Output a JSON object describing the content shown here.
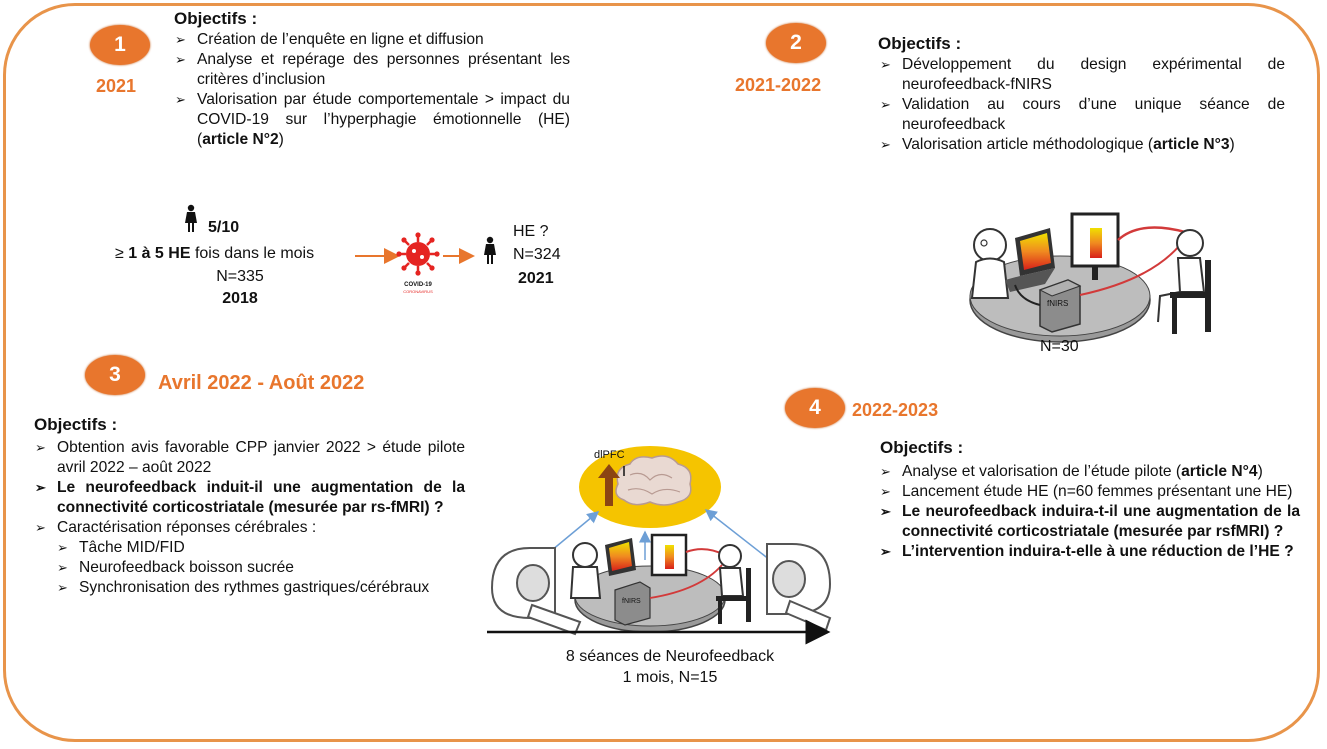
{
  "section1": {
    "badge": "1",
    "year": "2021",
    "title": "Objectifs :",
    "items": [
      "Création de l’enquête en ligne et diffusion",
      "Analyse et repérage des personnes présentant les critères d’inclusion",
      "Valorisation par étude comportementale > impact du COVID-19 sur l’hyperphagie émotionnelle (HE) (",
      "article N°2",
      ")"
    ],
    "figure": {
      "ratio": "5/10",
      "criteria_prefix": "≥ ",
      "criteria_bold": "1 à 5 HE",
      "criteria_suffix": " fois dans le mois",
      "n_before": "N=335",
      "year_before": "2018",
      "virus_label": "COVID-19",
      "virus_sublabel": "CORONAVIRUS",
      "question": "HE ?",
      "n_after": "N=324",
      "year_after": "2021"
    }
  },
  "section2": {
    "badge": "2",
    "year": "2021-2022",
    "title": "Objectifs :",
    "items": [
      "Développement du design expérimental de neurofeedback-fNIRS",
      "Validation au cours d’une unique séance de neurofeedback",
      "Valorisation article méthodologique (",
      "article N°3",
      ")"
    ],
    "device_label": "fNIRS",
    "n": "N=30"
  },
  "section3": {
    "badge": "3",
    "dates": "Avril 2022 - Août 2022",
    "title": "Objectifs :",
    "items": [
      "Obtention avis favorable CPP janvier 2022 > étude pilote avril 2022 – août 2022",
      "Le neurofeedback induit-il une augmentation de la connectivité corticostriatale (mesurée par rs-fMRI) ?",
      "Caractérisation réponses cérébrales :"
    ],
    "subitems": [
      "Tâche MID/FID",
      "Neurofeedback boisson sucrée",
      "Synchronisation des rythmes gastriques/cérébraux"
    ],
    "brain_label": "dlPFC",
    "device_label": "fNIRS",
    "timeline_label": "8 séances de Neurofeedback",
    "timeline_sub": "1 mois, N=15"
  },
  "section4": {
    "badge": "4",
    "year": "2022-2023",
    "title": "Objectifs :",
    "items": [
      "Analyse et valorisation de l’étude pilote (",
      "article N°4",
      ")",
      "Lancement étude HE (n=60 femmes présentant une HE)",
      "Le neurofeedback induira-t-il une augmentation de la connectivité corticostriatale (mesurée par rsfMRI) ?",
      "L’intervention induira-t-elle à une réduction de l’HE ?"
    ]
  },
  "colors": {
    "accent": "#e8762d",
    "frame": "#e8944a",
    "brain_bg": "#f5c400",
    "arrow": "#6d9fd6",
    "cable": "#d23a3a"
  }
}
